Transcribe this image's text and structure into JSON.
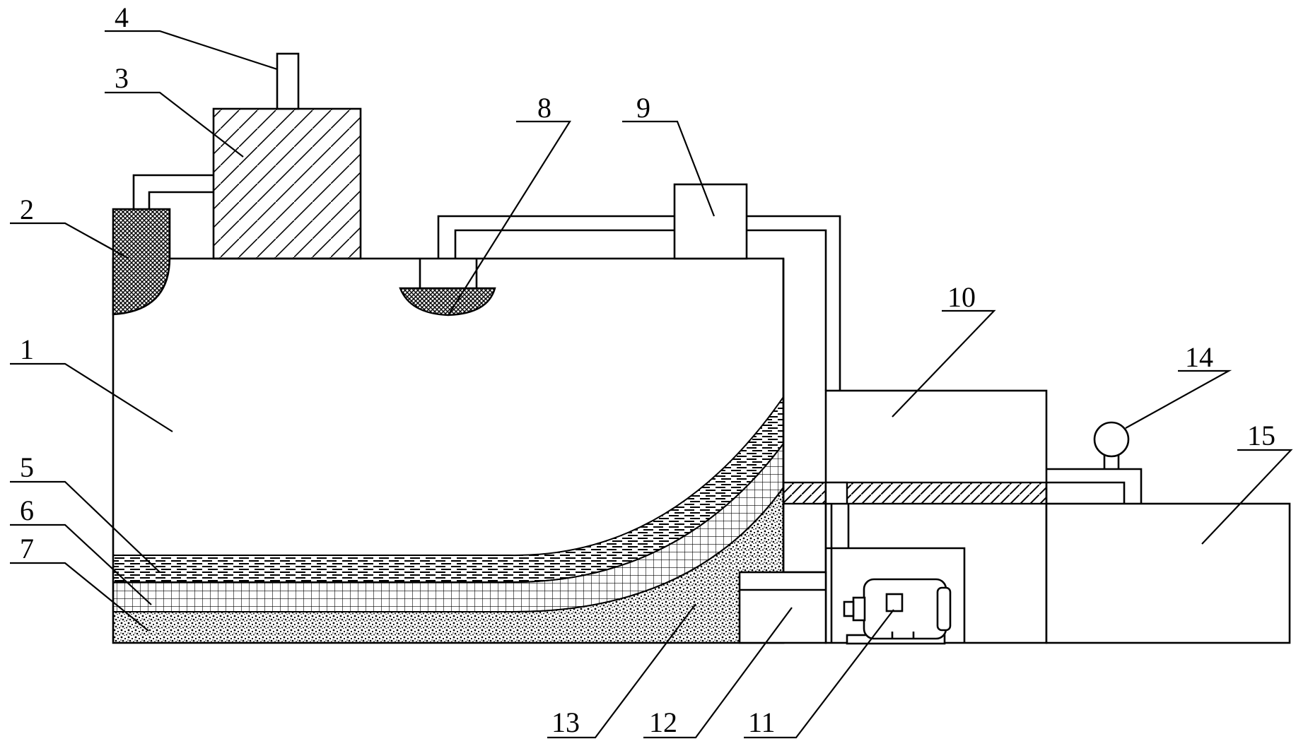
{
  "labels": {
    "l1": "1",
    "l2": "2",
    "l3": "3",
    "l4": "4",
    "l5": "5",
    "l6": "6",
    "l7": "7",
    "l8": "8",
    "l9": "9",
    "l10": "10",
    "l11": "11",
    "l12": "12",
    "l13": "13",
    "l14": "14",
    "l15": "15"
  },
  "colors": {
    "ink": "#000000",
    "paper": "#ffffff"
  }
}
